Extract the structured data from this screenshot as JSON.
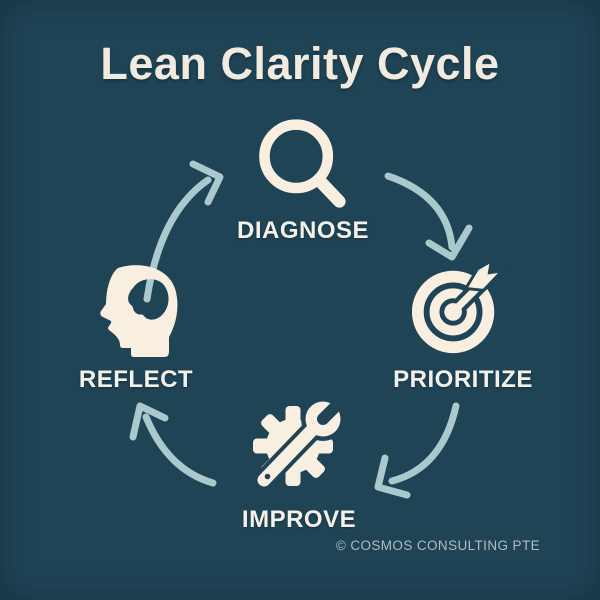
{
  "title": "Lean Clarity Cycle",
  "diagram": {
    "type": "cycle",
    "stages": [
      {
        "label": "DIAGNOSE",
        "icon": "magnifying-glass-icon",
        "position": "top"
      },
      {
        "label": "PRIORITIZE",
        "icon": "target-dart-icon",
        "position": "right"
      },
      {
        "label": "IMPROVE",
        "icon": "gear-wrench-icon",
        "position": "bottom"
      },
      {
        "label": "REFLECT",
        "icon": "head-brain-icon",
        "position": "left"
      }
    ],
    "arrows": [
      "reflect-to-diagnose",
      "diagnose-to-prioritize",
      "prioritize-to-improve",
      "improve-to-reflect"
    ]
  },
  "footer": {
    "copyright": "© COSMOS CONSULTING PTE"
  },
  "colors": {
    "background": "#1F4456",
    "icon_cream": "#F8EFE0",
    "title_cream": "#F1EBDF",
    "label_white": "#F4F1EA",
    "arrow_blue": "#A9C9CD",
    "footer_gray": "#AFBCC1"
  }
}
